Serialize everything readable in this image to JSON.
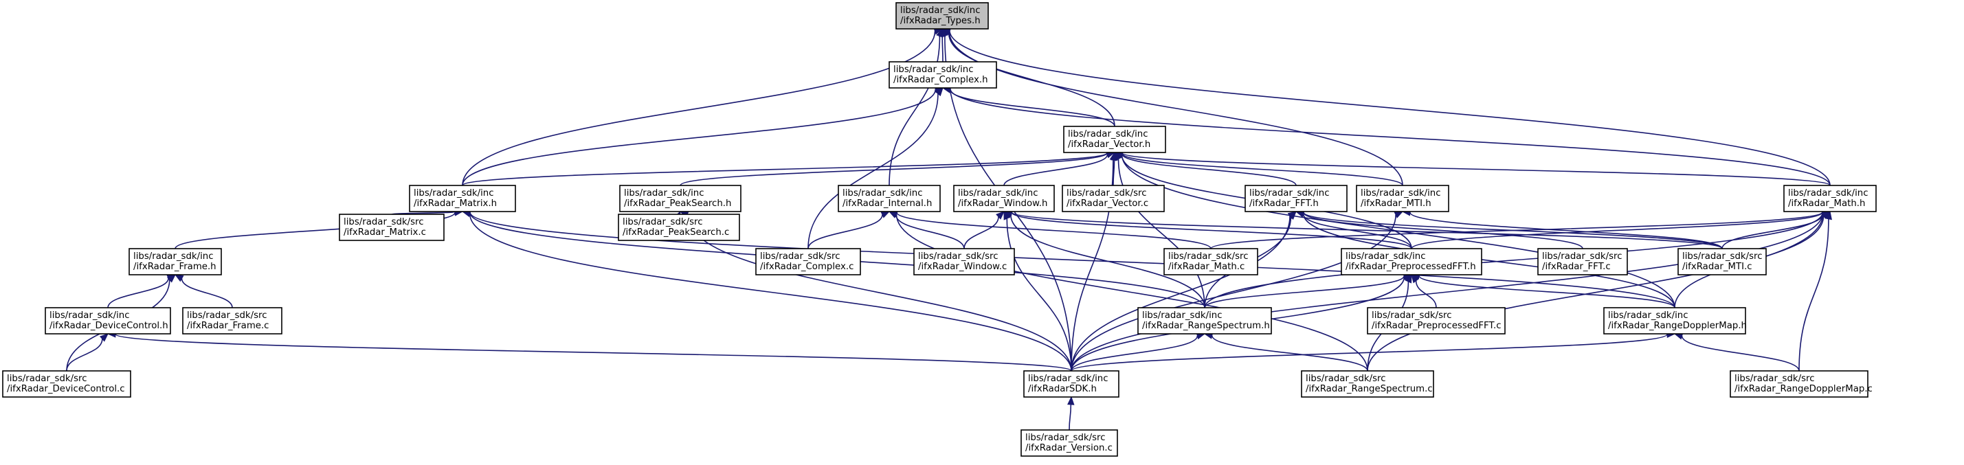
{
  "nodes": {
    "types": [
      "libs/radar_sdk/inc",
      "/ifxRadar_Types.h"
    ],
    "complex": [
      "libs/radar_sdk/inc",
      "/ifxRadar_Complex.h"
    ],
    "vector": [
      "libs/radar_sdk/inc",
      "/ifxRadar_Vector.h"
    ],
    "matrix": [
      "libs/radar_sdk/inc",
      "/ifxRadar_Matrix.h"
    ],
    "peaksearch": [
      "libs/radar_sdk/inc",
      "/ifxRadar_PeakSearch.h"
    ],
    "internal": [
      "libs/radar_sdk/inc",
      "/ifxRadar_Internal.h"
    ],
    "window": [
      "libs/radar_sdk/inc",
      "/ifxRadar_Window.h"
    ],
    "vector_c": [
      "libs/radar_sdk/src",
      "/ifxRadar_Vector.c"
    ],
    "fft": [
      "libs/radar_sdk/inc",
      "/ifxRadar_FFT.h"
    ],
    "mti": [
      "libs/radar_sdk/inc",
      "/ifxRadar_MTI.h"
    ],
    "math": [
      "libs/radar_sdk/inc",
      "/ifxRadar_Math.h"
    ],
    "frame": [
      "libs/radar_sdk/inc",
      "/ifxRadar_Frame.h"
    ],
    "matrix_c": [
      "libs/radar_sdk/src",
      "/ifxRadar_Matrix.c"
    ],
    "peaksearch_c": [
      "libs/radar_sdk/src",
      "/ifxRadar_PeakSearch.c"
    ],
    "complex_c": [
      "libs/radar_sdk/src",
      "/ifxRadar_Complex.c"
    ],
    "window_c": [
      "libs/radar_sdk/src",
      "/ifxRadar_Window.c"
    ],
    "math_c": [
      "libs/radar_sdk/src",
      "/ifxRadar_Math.c"
    ],
    "preprocfft": [
      "libs/radar_sdk/inc",
      "/ifxRadar_PreprocessedFFT.h"
    ],
    "fft_c": [
      "libs/radar_sdk/src",
      "/ifxRadar_FFT.c"
    ],
    "mti_c": [
      "libs/radar_sdk/src",
      "/ifxRadar_MTI.c"
    ],
    "devicecontrol": [
      "libs/radar_sdk/inc",
      "/ifxRadar_DeviceControl.h"
    ],
    "frame_c": [
      "libs/radar_sdk/src",
      "/ifxRadar_Frame.c"
    ],
    "rangespectrum": [
      "libs/radar_sdk/inc",
      "/ifxRadar_RangeSpectrum.h"
    ],
    "preprocfft_c": [
      "libs/radar_sdk/src",
      "/ifxRadar_PreprocessedFFT.c"
    ],
    "rangedoppler": [
      "libs/radar_sdk/inc",
      "/ifxRadar_RangeDopplerMap.h"
    ],
    "devicecontrol_c": [
      "libs/radar_sdk/src",
      "/ifxRadar_DeviceControl.c"
    ],
    "sdk": [
      "libs/radar_sdk/inc",
      "/ifxRadarSDK.h"
    ],
    "rangespectrum_c": [
      "libs/radar_sdk/src",
      "/ifxRadar_RangeSpectrum.c"
    ],
    "rangedoppler_c": [
      "libs/radar_sdk/src",
      "/ifxRadar_RangeDopplerMap.c"
    ],
    "version_c": [
      "libs/radar_sdk/src",
      "/ifxRadar_Version.c"
    ]
  },
  "highlighted_node": "types",
  "edges": [
    [
      "complex",
      "types"
    ],
    [
      "vector",
      "types"
    ],
    [
      "matrix",
      "types"
    ],
    [
      "internal",
      "types"
    ],
    [
      "mti",
      "types"
    ],
    [
      "math",
      "types"
    ],
    [
      "sdk",
      "types"
    ],
    [
      "vector",
      "complex"
    ],
    [
      "matrix",
      "complex"
    ],
    [
      "math",
      "complex"
    ],
    [
      "complex_c",
      "complex"
    ],
    [
      "matrix",
      "vector"
    ],
    [
      "peaksearch",
      "vector"
    ],
    [
      "window",
      "vector"
    ],
    [
      "vector_c",
      "vector"
    ],
    [
      "fft",
      "vector"
    ],
    [
      "mti",
      "vector"
    ],
    [
      "math",
      "vector"
    ],
    [
      "preprocfft",
      "vector"
    ],
    [
      "rangespectrum",
      "vector"
    ],
    [
      "rangedoppler",
      "vector"
    ],
    [
      "sdk",
      "vector"
    ],
    [
      "frame",
      "matrix"
    ],
    [
      "matrix_c",
      "matrix"
    ],
    [
      "rangespectrum",
      "matrix"
    ],
    [
      "rangedoppler",
      "matrix"
    ],
    [
      "sdk",
      "matrix"
    ],
    [
      "peaksearch_c",
      "peaksearch"
    ],
    [
      "sdk",
      "peaksearch"
    ],
    [
      "complex_c",
      "internal"
    ],
    [
      "window_c",
      "internal"
    ],
    [
      "math_c",
      "internal"
    ],
    [
      "rangespectrum_c",
      "internal"
    ],
    [
      "window_c",
      "window"
    ],
    [
      "preprocfft",
      "window"
    ],
    [
      "rangespectrum",
      "window"
    ],
    [
      "sdk",
      "window"
    ],
    [
      "mti_c",
      "window"
    ],
    [
      "preprocfft",
      "fft"
    ],
    [
      "fft_c",
      "fft"
    ],
    [
      "rangespectrum",
      "fft"
    ],
    [
      "rangedoppler",
      "fft"
    ],
    [
      "sdk",
      "fft"
    ],
    [
      "mti_c",
      "fft"
    ],
    [
      "sdk",
      "mti"
    ],
    [
      "mti_c",
      "mti"
    ],
    [
      "math_c",
      "math"
    ],
    [
      "preprocfft",
      "math"
    ],
    [
      "mti_c",
      "math"
    ],
    [
      "rangespectrum",
      "math"
    ],
    [
      "rangedoppler",
      "math"
    ],
    [
      "sdk",
      "math"
    ],
    [
      "rangespectrum_c",
      "math"
    ],
    [
      "rangedoppler_c",
      "math"
    ],
    [
      "devicecontrol",
      "frame"
    ],
    [
      "frame_c",
      "frame"
    ],
    [
      "devicecontrol_c",
      "frame"
    ],
    [
      "devicecontrol_c",
      "devicecontrol"
    ],
    [
      "sdk",
      "devicecontrol"
    ],
    [
      "rangespectrum",
      "preprocfft"
    ],
    [
      "rangedoppler",
      "preprocfft"
    ],
    [
      "preprocfft_c",
      "preprocfft"
    ],
    [
      "sdk",
      "preprocfft"
    ],
    [
      "rangespectrum_c",
      "preprocfft"
    ],
    [
      "sdk",
      "rangespectrum"
    ],
    [
      "rangespectrum_c",
      "rangespectrum"
    ],
    [
      "sdk",
      "rangedoppler"
    ],
    [
      "rangedoppler_c",
      "rangedoppler"
    ],
    [
      "version_c",
      "sdk"
    ]
  ]
}
